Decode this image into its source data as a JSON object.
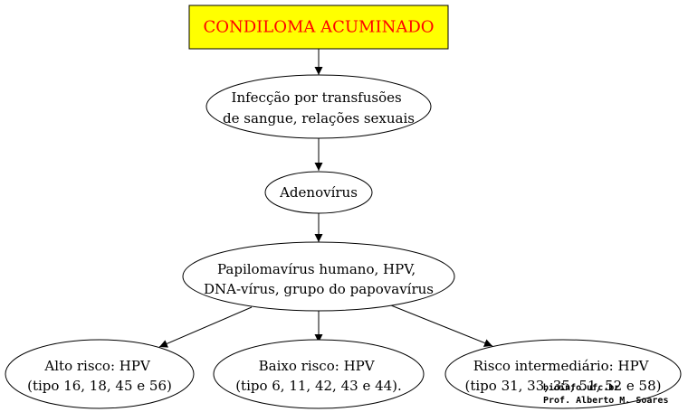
{
  "diagram": {
    "title": "CONDILOMA ACUMINADO",
    "nodes": [
      {
        "id": "infeccao",
        "lines": [
          "Infecção por transfusões",
          "de sangue, relações sexuais"
        ]
      },
      {
        "id": "adenovirus",
        "lines": [
          "Adenovírus"
        ]
      },
      {
        "id": "hpv",
        "lines": [
          "Papilomavírus humano, HPV,",
          "DNA-vírus, grupo do papovavírus"
        ]
      },
      {
        "id": "alto",
        "lines": [
          "Alto risco: HPV",
          "(tipo 16, 18, 45 e 56)"
        ]
      },
      {
        "id": "baixo",
        "lines": [
          "Baixo risco: HPV",
          "(tipo 6, 11, 42, 43 e 44)."
        ]
      },
      {
        "id": "intermediario",
        "lines": [
          "Risco intermediário: HPV",
          "(tipo 31, 33, 35, 51, 52 e 58)"
        ]
      }
    ],
    "edges": [
      [
        "title",
        "infeccao"
      ],
      [
        "infeccao",
        "adenovirus"
      ],
      [
        "adenovirus",
        "hpv"
      ],
      [
        "hpv",
        "alto"
      ],
      [
        "hpv",
        "baixo"
      ],
      [
        "hpv",
        "intermediario"
      ]
    ]
  },
  "credits": {
    "site": "bioinfo.ufc.br",
    "author": "Prof. Alberto M. Soares"
  },
  "colors": {
    "title_fill": "#ffff00",
    "title_text": "#ff0000",
    "stroke": "#000000"
  }
}
